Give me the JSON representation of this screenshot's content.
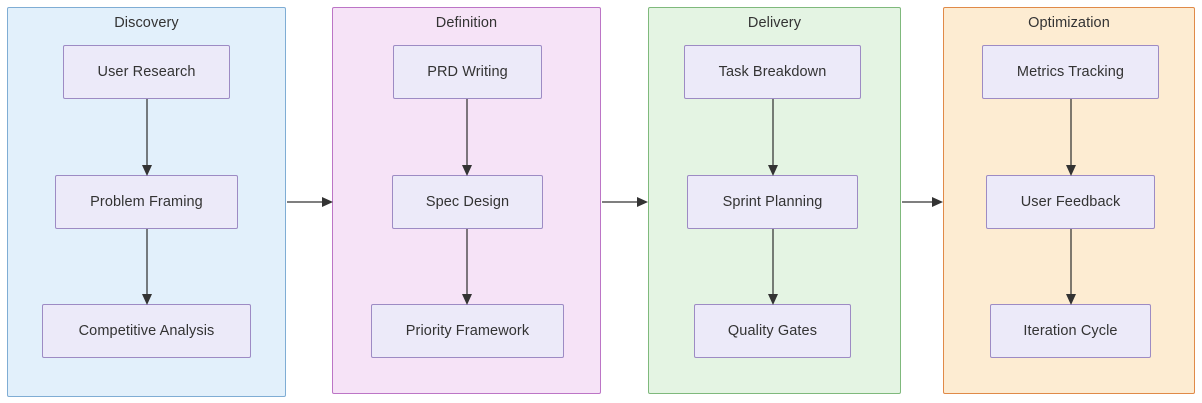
{
  "diagram": {
    "type": "flowchart",
    "orientation": "left-to-right stages, top-to-bottom steps",
    "stages": [
      {
        "id": "discovery",
        "title": "Discovery",
        "fill": "#e2f0fb",
        "stroke": "#7fadd4",
        "nodes": [
          {
            "id": "user-research",
            "label": "User Research"
          },
          {
            "id": "problem-framing",
            "label": "Problem Framing"
          },
          {
            "id": "competitive-analysis",
            "label": "Competitive Analysis"
          }
        ]
      },
      {
        "id": "definition",
        "title": "Definition",
        "fill": "#f6e3f7",
        "stroke": "#bc75c6",
        "nodes": [
          {
            "id": "prd-writing",
            "label": "PRD Writing"
          },
          {
            "id": "spec-design",
            "label": "Spec Design"
          },
          {
            "id": "priority-framework",
            "label": "Priority Framework"
          }
        ]
      },
      {
        "id": "delivery",
        "title": "Delivery",
        "fill": "#e4f4e3",
        "stroke": "#7fb97c",
        "nodes": [
          {
            "id": "task-breakdown",
            "label": "Task Breakdown"
          },
          {
            "id": "sprint-planning",
            "label": "Sprint Planning"
          },
          {
            "id": "quality-gates",
            "label": "Quality Gates"
          }
        ]
      },
      {
        "id": "optimization",
        "title": "Optimization",
        "fill": "#fdecd2",
        "stroke": "#e08a48",
        "nodes": [
          {
            "id": "metrics-tracking",
            "label": "Metrics Tracking"
          },
          {
            "id": "user-feedback",
            "label": "User Feedback"
          },
          {
            "id": "iteration-cycle",
            "label": "Iteration Cycle"
          }
        ]
      }
    ],
    "node_style": {
      "fill": "#eceaf9",
      "stroke": "#9d8bc4",
      "text": "#333333"
    },
    "edge_style": {
      "stroke": "#333333",
      "arrowhead": "filled-triangle"
    },
    "edges_within_stage": [
      {
        "from": "user-research",
        "to": "problem-framing"
      },
      {
        "from": "problem-framing",
        "to": "competitive-analysis"
      },
      {
        "from": "prd-writing",
        "to": "spec-design"
      },
      {
        "from": "spec-design",
        "to": "priority-framework"
      },
      {
        "from": "task-breakdown",
        "to": "sprint-planning"
      },
      {
        "from": "sprint-planning",
        "to": "quality-gates"
      },
      {
        "from": "metrics-tracking",
        "to": "user-feedback"
      },
      {
        "from": "user-feedback",
        "to": "iteration-cycle"
      }
    ],
    "edges_between_stages": [
      {
        "from": "discovery",
        "to": "definition"
      },
      {
        "from": "definition",
        "to": "delivery"
      },
      {
        "from": "delivery",
        "to": "optimization"
      }
    ]
  }
}
